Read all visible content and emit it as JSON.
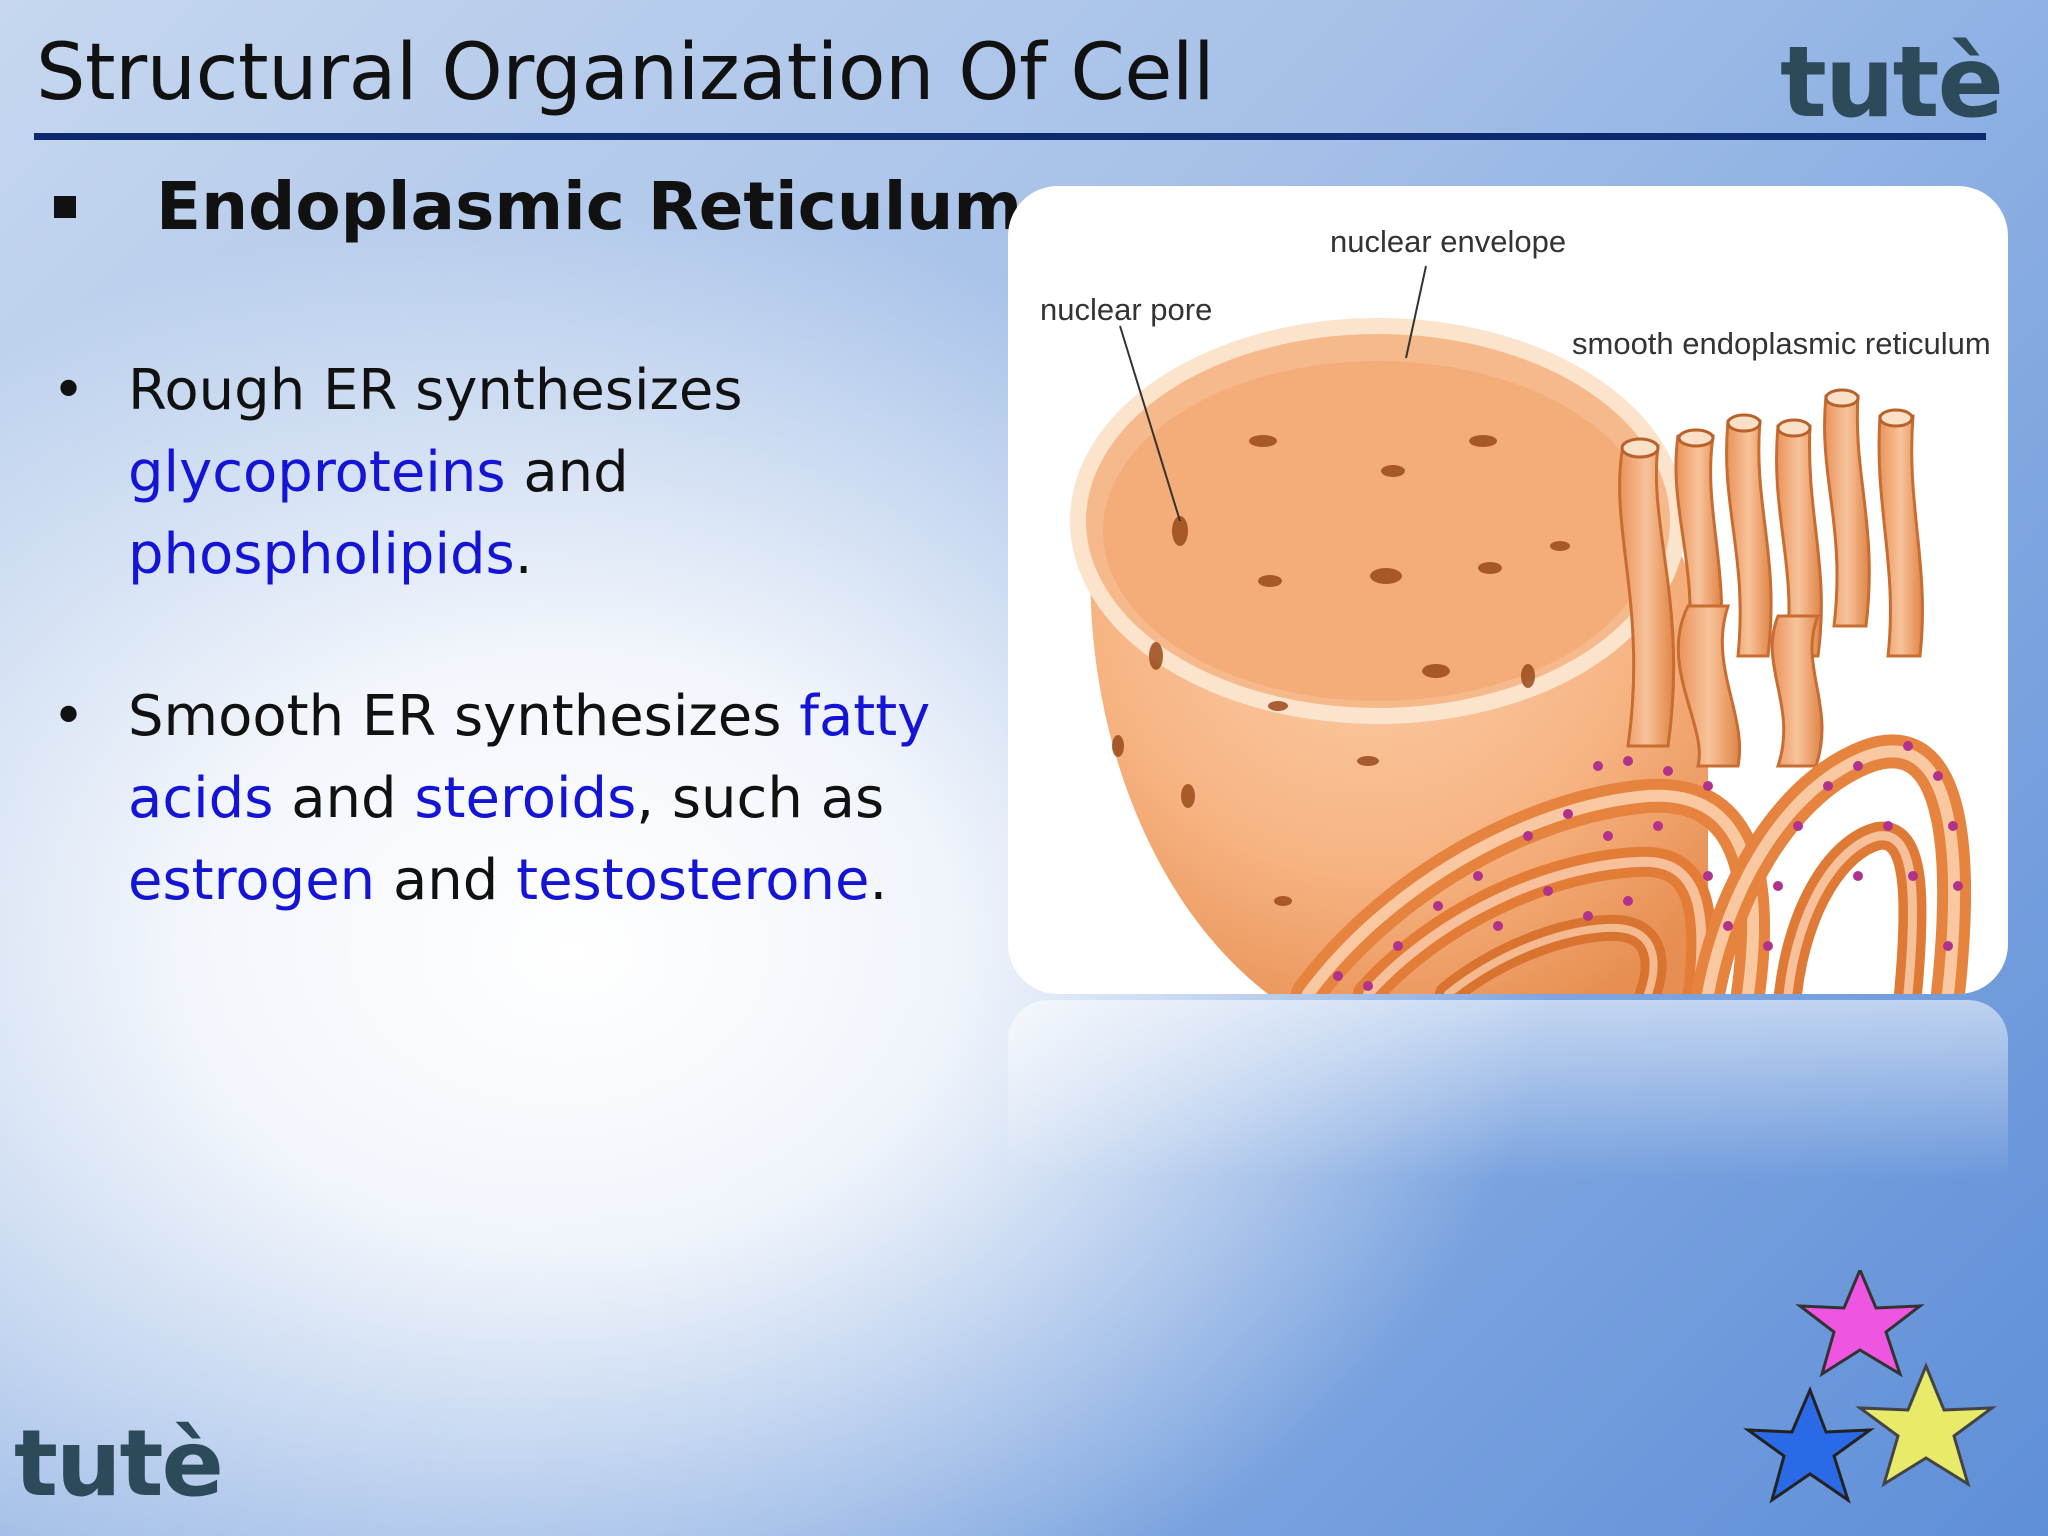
{
  "title": "Structural Organization Of Cell",
  "logo": "tutè",
  "heading": "Endoplasmic Reticulum",
  "bullet1": {
    "p1": "Rough ER synthesizes ",
    "h1": "glycoproteins",
    "p2": " and ",
    "h2": "phospholipids",
    "p3": "."
  },
  "bullet2": {
    "p1": "Smooth ER synthesizes ",
    "h1": "fatty acids",
    "p2": " and ",
    "h2": "steroids",
    "p3": ", such as ",
    "h3": "estrogen",
    "p4": " and ",
    "h4": "testosterone",
    "p5": "."
  },
  "figure_labels": {
    "nuclear_envelope": "nuclear envelope",
    "nuclear_pore": "nuclear pore",
    "smooth_er": "smooth endoplasmic reticulum"
  },
  "colors": {
    "highlight": "#1414d6",
    "rule": "#0d2a6e",
    "logo": "#2d4a5b",
    "er_orange": "#f0a56e",
    "ribosome": "#b0328c"
  },
  "decorations": {
    "stars": [
      "magenta-star",
      "blue-star",
      "yellow-star"
    ]
  }
}
